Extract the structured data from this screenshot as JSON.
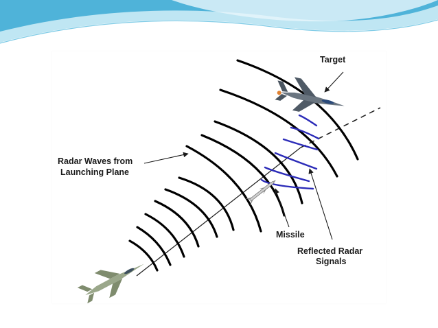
{
  "colors": {
    "banner_dark": "#4fb3d9",
    "banner_light": "#bfe6f3",
    "radar_waves": "#000000",
    "reflected_signals": "#2b2bb8",
    "aircraft_target": "#4a5560",
    "aircraft_launcher": "#8b9a7a"
  },
  "diagram": {
    "labels": {
      "target": "Target",
      "radar_waves_line1": "Radar Waves from",
      "radar_waves_line2": "Launching Plane",
      "missile": "Missile",
      "reflected_line1": "Reflected Radar",
      "reflected_line2": "Signals"
    },
    "icons": {
      "target": "fighter-jet-icon",
      "launcher": "fighter-jet-icon",
      "missile": "missile-icon"
    }
  }
}
